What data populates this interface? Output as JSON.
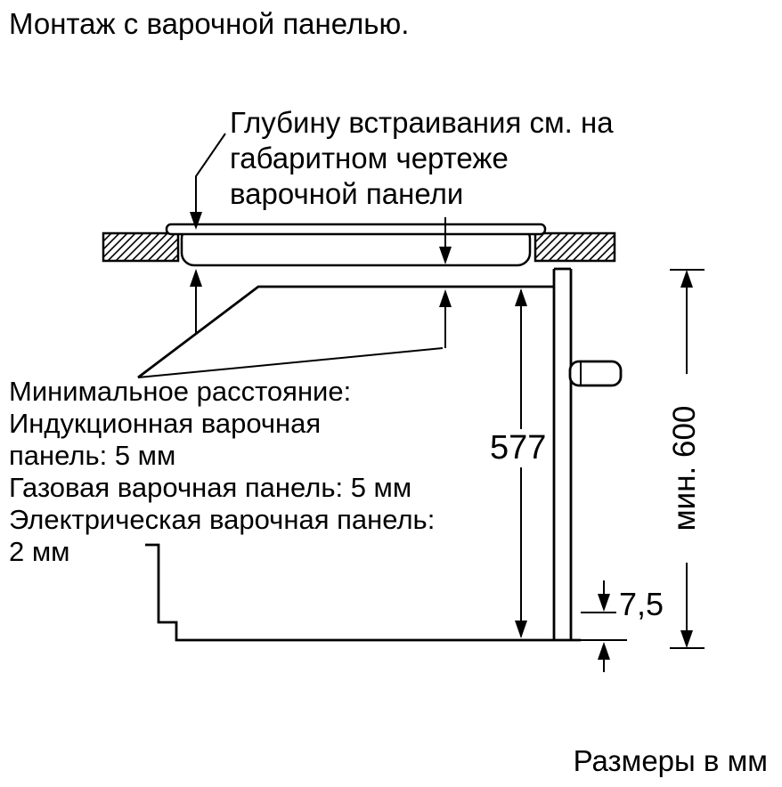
{
  "title": "Монтаж с варочной панелью.",
  "hob_depth_note": {
    "lines": [
      "Глубину встраивания см. на",
      "габаритном чертеже",
      "варочной панели"
    ]
  },
  "min_distance_note": {
    "lines": [
      "Минимальное расстояние:",
      "Индукционная варочная",
      "панель: 5 мм",
      "Газовая варочная панель: 5 мм",
      "Электрическая варочная панель:",
      "2 мм"
    ]
  },
  "dimensions": {
    "oven_height": "577",
    "niche_min_height": "мин. 600",
    "door_bottom_gap": "7,5"
  },
  "footer_units": "Размеры в мм",
  "colors": {
    "line": "#000000",
    "background": "#ffffff",
    "text": "#000000"
  }
}
